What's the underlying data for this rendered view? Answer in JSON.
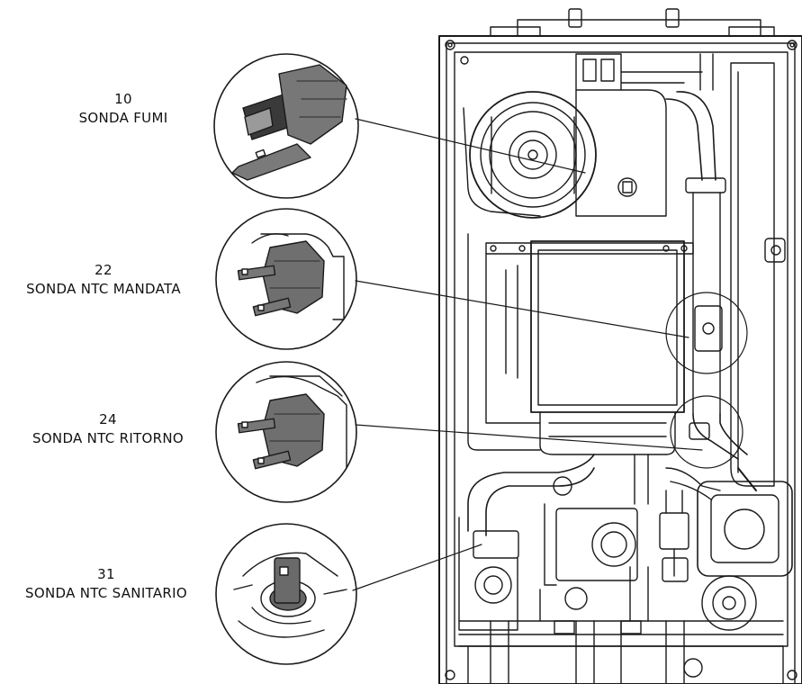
{
  "callouts": [
    {
      "number": "10",
      "name": "SONDA FUMI"
    },
    {
      "number": "22",
      "name": "SONDA NTC MANDATA"
    },
    {
      "number": "24",
      "name": "SONDA NTC RITORNO"
    },
    {
      "number": "31",
      "name": "SONDA NTC SANITARIO"
    }
  ]
}
